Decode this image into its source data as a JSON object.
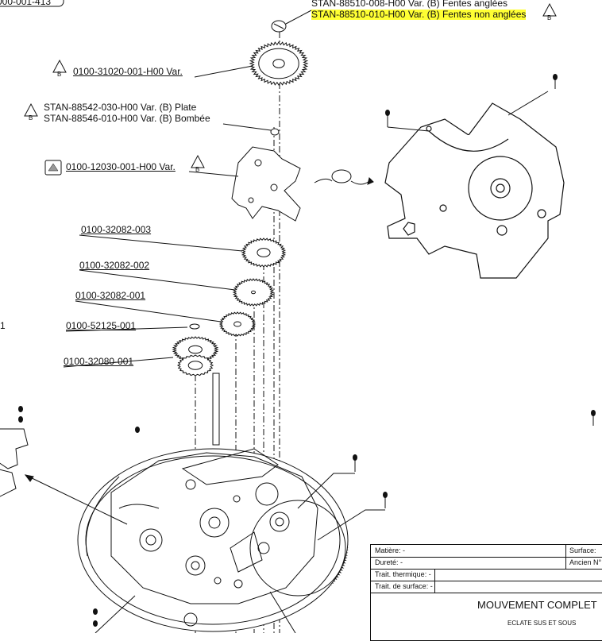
{
  "partial_top": "000-001-413",
  "partial_left": "1",
  "parts": {
    "stan_88510_008": "STAN-88510-008-H00 Var. (B) Fentes anglées",
    "stan_88510_010": "STAN-88510-010-H00 Var. (B) Fentes non anglées",
    "p_0100_31020": "0100-31020-001-H00 Var.",
    "stan_88542": "STAN-88542-030-H00 Var. (B) Plate",
    "stan_88546": "STAN-88546-010-H00 Var. (B) Bombée",
    "p_0100_12030": "0100-12030-001-H00 Var.",
    "p_0100_32082_003": "0100-32082-003",
    "p_0100_32082_002": "0100-32082-002",
    "p_0100_32082_001": "0100-32082-001",
    "p_0100_52125": "0100-52125-001",
    "p_0100_32080": "0100-32080-001"
  },
  "warning_letter": "B",
  "title_block": {
    "matiere": "Matière:  -",
    "durete": "Dureté:  -",
    "traitement_thermique": "Trait. thermique:  -",
    "traitement_surface": "Trait. de surface:  -",
    "surface": "Surface:",
    "ancien": "Ancien N°",
    "title": "MOUVEMENT COMPLET",
    "subtitle": "ECLATE SUS ET SOUS"
  },
  "colors": {
    "highlight": "#ffff33",
    "line": "#111111"
  }
}
